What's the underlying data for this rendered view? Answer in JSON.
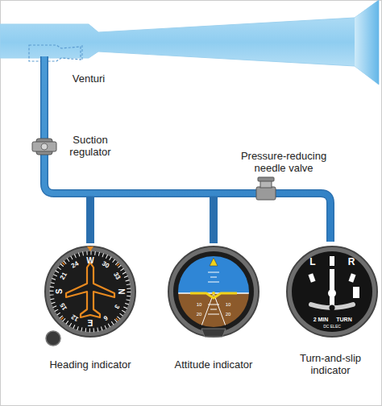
{
  "diagram": {
    "labels": [
      "Venturi",
      "Suction regulator",
      "Pressure-reducing needle valve",
      "W",
      "30",
      "33",
      "N",
      "3",
      "6",
      "E",
      "12",
      "15",
      "S",
      "21",
      "24",
      "10",
      "10",
      "20",
      "20",
      "L",
      "R",
      "2 MIN",
      "TURN",
      "DC ELEC",
      "Heading indicator",
      "Attitude indicator",
      "Turn-and-slip indicator"
    ]
  }
}
